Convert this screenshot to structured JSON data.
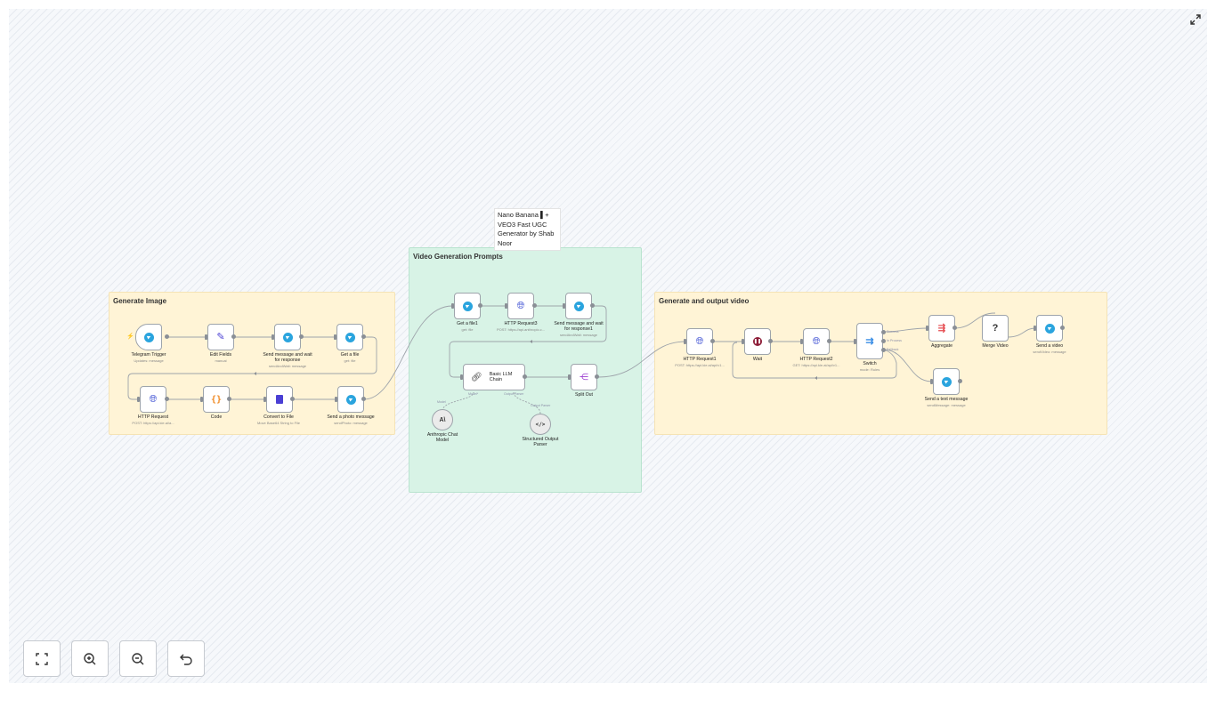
{
  "groups": {
    "generate_image": "Generate Image",
    "video_prompts": "Video Generation Prompts",
    "generate_output_video": "Generate and output video"
  },
  "sticky_note": [
    "Nano Banana ▌+",
    "VEO3 Fast UGC",
    "Generator by Shab",
    "Noor"
  ],
  "nodes": {
    "telegram_trigger": {
      "label": "Telegram Trigger",
      "sub": "Updates: message"
    },
    "edit_fields": {
      "label": "Edit Fields",
      "sub": "manual"
    },
    "send_wait": {
      "label1": "Send message and wait",
      "label2": "for response",
      "sub": "sendAndWait: message"
    },
    "get_file": {
      "label": "Get a file",
      "sub": "get: file"
    },
    "http_request": {
      "label": "HTTP Request",
      "sub": "POST: https://api.kie.ai/a..."
    },
    "code": {
      "label": "Code",
      "sub": ""
    },
    "convert_file": {
      "label": "Convert to File",
      "sub": "Move Base64 String to File"
    },
    "send_photo": {
      "label": "Send a photo message",
      "sub": "sendPhoto: message"
    },
    "get_file1": {
      "label": "Get a file1",
      "sub": "get: file"
    },
    "http_request3": {
      "label": "HTTP Request3",
      "sub": "POST: https://api.anthropic.c..."
    },
    "send_wait1": {
      "label1": "Send message and wait",
      "label2": "for response1",
      "sub": "sendAndWait: message"
    },
    "basic_llm": {
      "label": "Basic LLM Chain"
    },
    "split_out": {
      "label": "Split Out"
    },
    "anthropic": {
      "label1": "Anthropic Chat",
      "label2": "Model",
      "port": "Model"
    },
    "structured": {
      "label1": "Structured Output",
      "label2": "Parser",
      "port": "Output Parser"
    },
    "http_request1": {
      "label": "HTTP Request1",
      "sub": "POST: https://api.kie.ai/api/v1..."
    },
    "wait": {
      "label": "Wait"
    },
    "http_request2": {
      "label": "HTTP Request2",
      "sub": "GET: https://api.kie.ai/api/v1..."
    },
    "switch": {
      "label": "Switch",
      "sub": "mode: Rules",
      "outputs": [
        "Success",
        "In Process",
        "Fallback"
      ]
    },
    "aggregate": {
      "label": "Aggregate"
    },
    "merge_video": {
      "label": "Merge Video"
    },
    "send_video": {
      "label": "Send a video",
      "sub": "sendVideo: message"
    },
    "send_text": {
      "label": "Send a text message",
      "sub": "sendMessage: message"
    }
  },
  "llm_ports": {
    "model": "Model*",
    "parser": "Output Parser"
  },
  "controls": [
    "zoom-to-fit",
    "zoom-in",
    "zoom-out",
    "reset-zoom"
  ],
  "colors": {
    "telegram": "#2aa4de",
    "http": "#4a5bd6",
    "code": "#f08a24",
    "wait": "#8c1b36",
    "group_yellow": "#fff4d6",
    "group_green": "#d8f3e6"
  }
}
